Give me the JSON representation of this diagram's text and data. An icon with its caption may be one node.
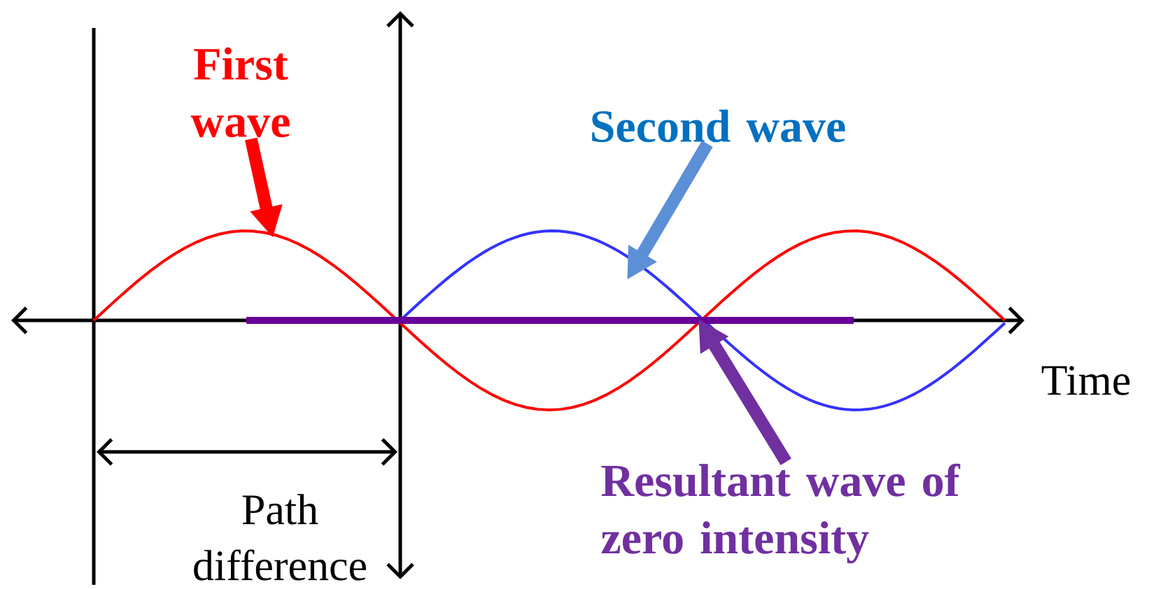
{
  "diagram": {
    "nodes": [
      {
        "text": [
          "First wave"
        ]
      },
      {
        "text": [
          "Second wave"
        ]
      },
      {
        "text": [
          "Resultant wave of zero intensity"
        ]
      }
    ],
    "edges": [
      {
        "from": 0,
        "to": null,
        "arrow": "to",
        "color": "#ff0000"
      },
      {
        "from": 1,
        "to": null,
        "arrow": "to",
        "color": "#5b8fd6"
      },
      {
        "from": 2,
        "to": null,
        "arrow": "to",
        "color": "#7030a0"
      }
    ],
    "labels": [
      "Time",
      "Path difference"
    ]
  }
}
